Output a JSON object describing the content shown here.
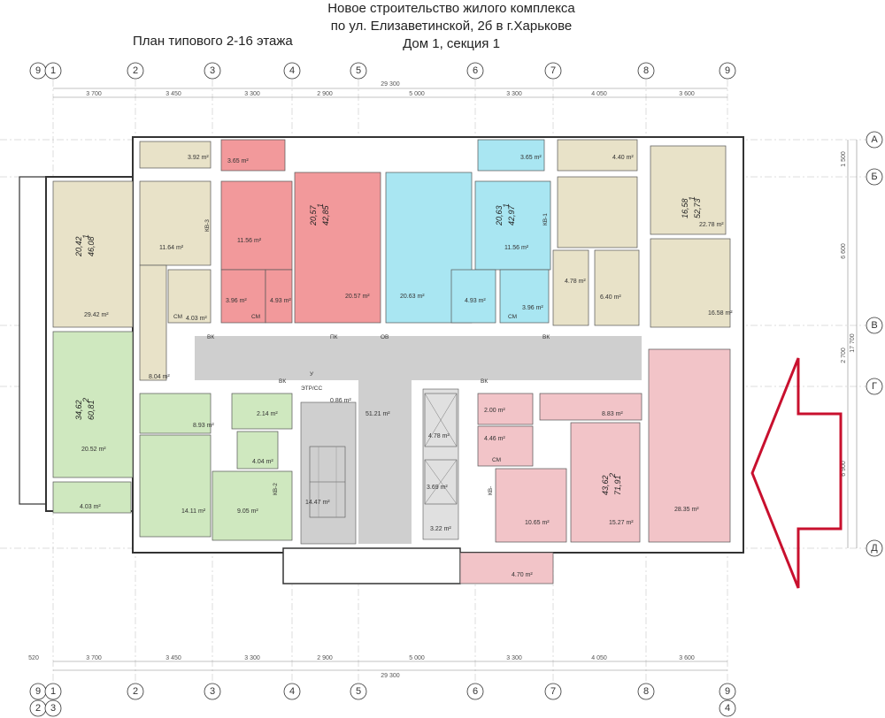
{
  "title": {
    "line1": "Новое строительство жилого комплекса",
    "line2": "по ул. Елизаветинской, 2б в г.Харькове",
    "line3": "Дом 1, секция 1"
  },
  "subtitle": "План типового 2-16 этажа",
  "axes": {
    "top": [
      "9",
      "1",
      "2",
      "3",
      "4",
      "5",
      "6",
      "7",
      "8",
      "9"
    ],
    "bottom": [
      "9",
      "1",
      "2",
      "3",
      "4",
      "5",
      "6",
      "7",
      "8",
      "9"
    ],
    "bottom_row2_left": [
      "2",
      "3"
    ],
    "bottom_row2_right": "4",
    "right": [
      "А",
      "Б",
      "В",
      "Г",
      "Д"
    ]
  },
  "dimensions": {
    "top_segments": [
      "3 700",
      "3 450",
      "3 300",
      "2 900",
      "5 000",
      "3 300",
      "4 050",
      "3 600"
    ],
    "total": "29 300",
    "bottom_segments": [
      "3 700",
      "3 450",
      "3 300",
      "2 900",
      "5 000",
      "3 300",
      "4 050",
      "3 600"
    ],
    "bottom_left": "520",
    "right_segments": [
      "1 500",
      "6 600",
      "2 700",
      "6 900"
    ],
    "right_total": "17 700"
  },
  "apartments": [
    {
      "rooms": "1",
      "living": "20,42",
      "total": "46,08",
      "color": "#e8e2c8"
    },
    {
      "rooms": "1",
      "living": "20,57",
      "total": "42,85",
      "color": "#f2999b"
    },
    {
      "rooms": "1",
      "living": "20,63",
      "total": "42,97",
      "color": "#a9e6f2"
    },
    {
      "rooms": "1",
      "living": "16,58",
      "total": "52,73",
      "color": "#e8e2c8"
    },
    {
      "rooms": "2",
      "living": "34,62",
      "total": "60,81",
      "color": "#cfe8bf"
    },
    {
      "rooms": "2",
      "living": "43,62",
      "total": "71,91",
      "color": "#f2c4c8"
    }
  ],
  "rooms": {
    "r_392": "3.92 m²",
    "r_365a": "3.65 m²",
    "r_365b": "3.65 m²",
    "r_440": "4.40 m²",
    "r_1164": "11.64 m²",
    "r_1156a": "11.56 m²",
    "r_1156b": "11.56 m²",
    "r_2278": "22.78 m²",
    "r_2942": "29.42 m²",
    "r_2057": "20.57 m²",
    "r_2063": "20.63 m²",
    "r_1658": "16.58 m²",
    "r_396": "3.96 m²",
    "r_403a": "4.03 m²",
    "r_493a": "4.93 m²",
    "r_493b": "4.93 m²",
    "r_396b": "3.96 m²",
    "r_478a": "4.78 m²",
    "r_640": "6.40 m²",
    "r_804": "8.04 m²",
    "r_2052": "20.52 m²",
    "r_403b": "4.03 m²",
    "r_893": "8.93 m²",
    "r_214": "2.14 m²",
    "r_404": "4.04 m²",
    "r_1411": "14.11 m²",
    "r_905": "9.05 m²",
    "r_086": "0.86 m²",
    "r_5121": "51.21 m²",
    "r_1447": "14.47 m²",
    "r_478b": "4.78 m²",
    "r_369": "3.69 m²",
    "r_322": "3.22 m²",
    "r_200": "2.00 m²",
    "r_446": "4.46 m²",
    "r_883": "8.83 m²",
    "r_1065": "10.65 m²",
    "r_1527": "15.27 m²",
    "r_2835": "28.35 m²",
    "r_470": "4.70 m²"
  },
  "tags": {
    "vk": "ВК",
    "pk": "ПК",
    "ov": "ОВ",
    "etr": "ЭТР/СС",
    "kv3": "КВ-3",
    "kv2": "КВ-2",
    "kv1": "КВ-1",
    "kv4": "КВ-",
    "cm": "СМ",
    "y": "У"
  },
  "colors": {
    "beige": "#e8e2c8",
    "red": "#f2999b",
    "cyan": "#a9e6f2",
    "green": "#cfe8bf",
    "pink": "#f2c4c8",
    "corridor": "#cfcfcf",
    "arrow": "#c8102e"
  }
}
